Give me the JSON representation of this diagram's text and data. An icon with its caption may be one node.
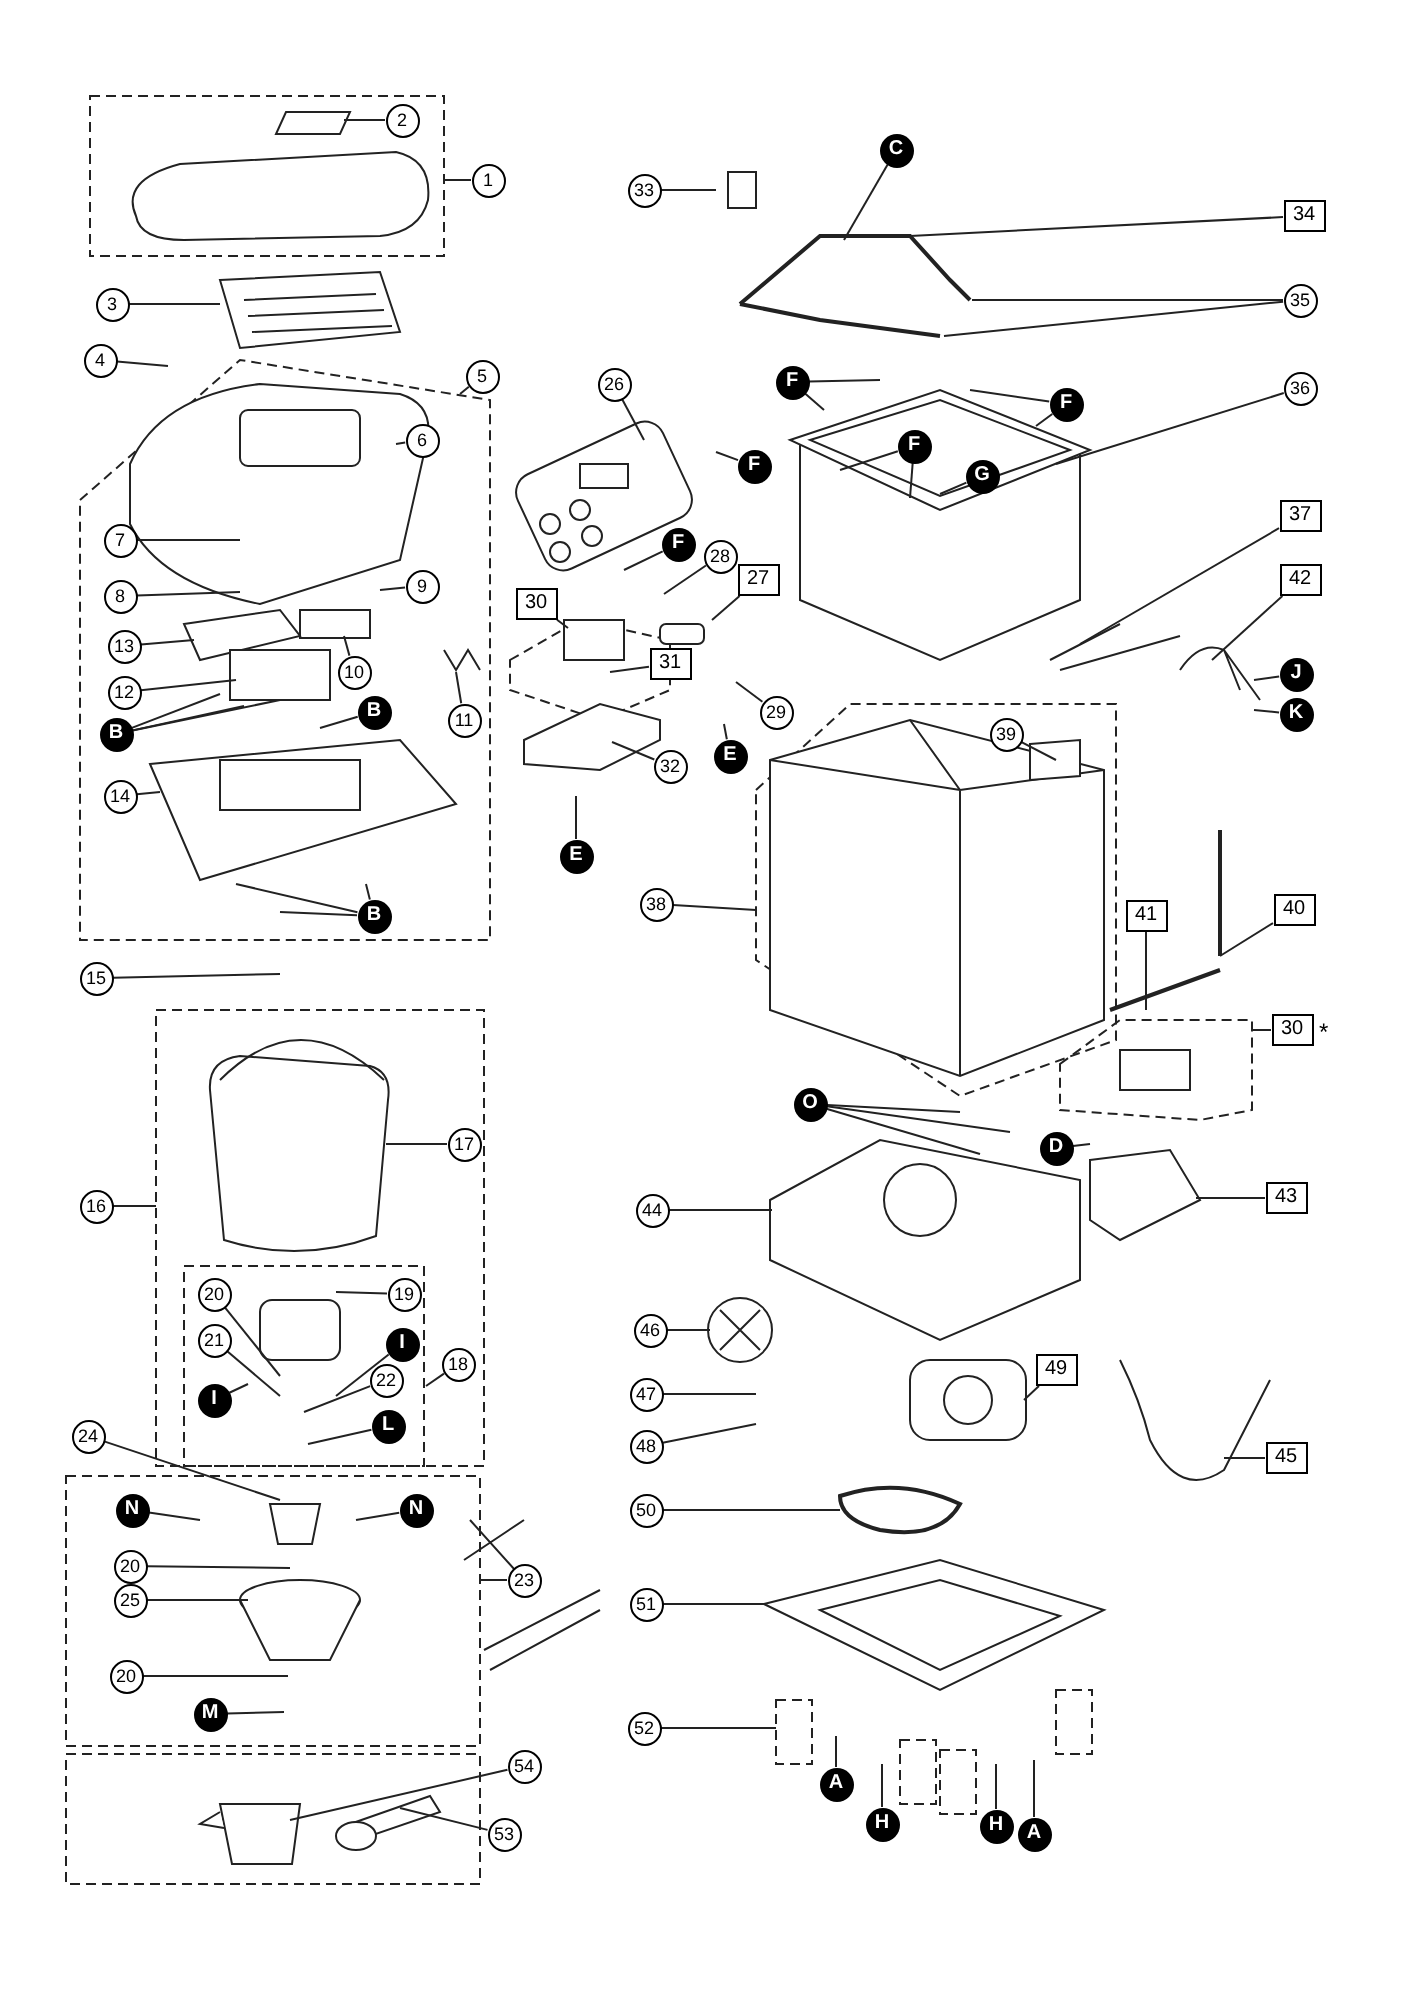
{
  "diagram": {
    "nodes": [
      {
        "text": [
          "1"
        ]
      },
      {
        "text": [
          "2"
        ]
      },
      {
        "text": [
          "3"
        ]
      },
      {
        "text": [
          "4"
        ]
      },
      {
        "text": [
          "5"
        ]
      },
      {
        "text": [
          "6"
        ]
      },
      {
        "text": [
          "7"
        ]
      },
      {
        "text": [
          "8"
        ]
      },
      {
        "text": [
          "9"
        ]
      },
      {
        "text": [
          "13"
        ]
      },
      {
        "text": [
          "10"
        ]
      },
      {
        "text": [
          "12"
        ]
      },
      {
        "text": [
          "11"
        ]
      },
      {
        "text": [
          "B"
        ]
      },
      {
        "text": [
          "B"
        ]
      },
      {
        "text": [
          "14"
        ]
      },
      {
        "text": [
          "B"
        ]
      },
      {
        "text": [
          "15"
        ]
      },
      {
        "text": [
          "16"
        ]
      },
      {
        "text": [
          "17"
        ]
      },
      {
        "text": [
          "20"
        ]
      },
      {
        "text": [
          "19"
        ]
      },
      {
        "text": [
          "21"
        ]
      },
      {
        "text": [
          "18"
        ]
      },
      {
        "text": [
          "I"
        ]
      },
      {
        "text": [
          "I"
        ]
      },
      {
        "text": [
          "22"
        ]
      },
      {
        "text": [
          "L"
        ]
      },
      {
        "text": [
          "24"
        ]
      },
      {
        "text": [
          "N"
        ]
      },
      {
        "text": [
          "N"
        ]
      },
      {
        "text": [
          "20"
        ]
      },
      {
        "text": [
          "23"
        ]
      },
      {
        "text": [
          "25"
        ]
      },
      {
        "text": [
          "20"
        ]
      },
      {
        "text": [
          "M"
        ]
      },
      {
        "text": [
          "54"
        ]
      },
      {
        "text": [
          "53"
        ]
      },
      {
        "text": [
          "26"
        ]
      },
      {
        "text": [
          "F"
        ]
      },
      {
        "text": [
          "F"
        ]
      },
      {
        "text": [
          "28"
        ]
      },
      {
        "text": [
          "27"
        ]
      },
      {
        "text": [
          "30"
        ]
      },
      {
        "text": [
          "31"
        ]
      },
      {
        "text": [
          "29"
        ]
      },
      {
        "text": [
          "32"
        ]
      },
      {
        "text": [
          "E"
        ]
      },
      {
        "text": [
          "E"
        ]
      },
      {
        "text": [
          "C"
        ]
      },
      {
        "text": [
          "33"
        ]
      },
      {
        "text": [
          "34"
        ]
      },
      {
        "text": [
          "35"
        ]
      },
      {
        "text": [
          "F"
        ]
      },
      {
        "text": [
          "F"
        ]
      },
      {
        "text": [
          "36"
        ]
      },
      {
        "text": [
          "F"
        ]
      },
      {
        "text": [
          "G"
        ]
      },
      {
        "text": [
          "37"
        ]
      },
      {
        "text": [
          "42"
        ]
      },
      {
        "text": [
          "J"
        ]
      },
      {
        "text": [
          "K"
        ]
      },
      {
        "text": [
          "39"
        ]
      },
      {
        "text": [
          "38"
        ]
      },
      {
        "text": [
          "41"
        ]
      },
      {
        "text": [
          "40"
        ]
      },
      {
        "text": [
          "30"
        ],
        "beside": [
          "*"
        ]
      },
      {
        "text": [
          "O"
        ]
      },
      {
        "text": [
          "D"
        ]
      },
      {
        "text": [
          "44"
        ]
      },
      {
        "text": [
          "43"
        ]
      },
      {
        "text": [
          "46"
        ]
      },
      {
        "text": [
          "49"
        ]
      },
      {
        "text": [
          "47"
        ]
      },
      {
        "text": [
          "48"
        ]
      },
      {
        "text": [
          "45"
        ]
      },
      {
        "text": [
          "50"
        ]
      },
      {
        "text": [
          "51"
        ]
      },
      {
        "text": [
          "52"
        ]
      },
      {
        "text": [
          "A"
        ]
      },
      {
        "text": [
          "H"
        ]
      },
      {
        "text": [
          "H"
        ]
      },
      {
        "text": [
          "A"
        ]
      }
    ],
    "edges": [
      {
        "from": 0,
        "to": null,
        "arrow": "none"
      },
      {
        "from": 1,
        "to": null,
        "arrow": "none"
      },
      {
        "from": 2,
        "to": null,
        "arrow": "none"
      },
      {
        "from": 3,
        "to": null,
        "arrow": "none"
      },
      {
        "from": 4,
        "to": null,
        "arrow": "none"
      },
      {
        "from": 5,
        "to": null,
        "arrow": "none"
      },
      {
        "from": 6,
        "to": null,
        "arrow": "none"
      },
      {
        "from": 7,
        "to": null,
        "arrow": "none"
      },
      {
        "from": 8,
        "to": null,
        "arrow": "none"
      },
      {
        "from": 9,
        "to": null,
        "arrow": "none"
      },
      {
        "from": 10,
        "to": null,
        "arrow": "none"
      },
      {
        "from": 11,
        "to": null,
        "arrow": "none"
      },
      {
        "from": 12,
        "to": null,
        "arrow": "none"
      },
      {
        "from": 13,
        "to": null,
        "arrow": "none"
      },
      {
        "from": 13,
        "to": null,
        "arrow": "none"
      },
      {
        "from": 13,
        "to": null,
        "arrow": "none"
      },
      {
        "from": 14,
        "to": null,
        "arrow": "none"
      },
      {
        "from": 15,
        "to": null,
        "arrow": "none"
      },
      {
        "from": 16,
        "to": null,
        "arrow": "none"
      },
      {
        "from": 16,
        "to": null,
        "arrow": "none"
      },
      {
        "from": 16,
        "to": null,
        "arrow": "none"
      },
      {
        "from": 17,
        "to": null,
        "arrow": "none"
      },
      {
        "from": 18,
        "to": null,
        "arrow": "none"
      },
      {
        "from": 19,
        "to": null,
        "arrow": "none"
      },
      {
        "from": 20,
        "to": null,
        "arrow": "none"
      },
      {
        "from": 21,
        "to": null,
        "arrow": "none"
      },
      {
        "from": 22,
        "to": null,
        "arrow": "none"
      },
      {
        "from": 23,
        "to": null,
        "arrow": "none"
      },
      {
        "from": 24,
        "to": null,
        "arrow": "none"
      },
      {
        "from": 25,
        "to": null,
        "arrow": "none"
      },
      {
        "from": 26,
        "to": null,
        "arrow": "none"
      },
      {
        "from": 27,
        "to": null,
        "arrow": "none"
      },
      {
        "from": 28,
        "to": null,
        "arrow": "none"
      },
      {
        "from": 29,
        "to": null,
        "arrow": "none"
      },
      {
        "from": 30,
        "to": null,
        "arrow": "none"
      },
      {
        "from": 31,
        "to": null,
        "arrow": "none"
      },
      {
        "from": 32,
        "to": null,
        "arrow": "none"
      },
      {
        "from": 33,
        "to": null,
        "arrow": "none"
      },
      {
        "from": 34,
        "to": null,
        "arrow": "none"
      },
      {
        "from": 35,
        "to": null,
        "arrow": "none"
      },
      {
        "from": 36,
        "to": null,
        "arrow": "none"
      },
      {
        "from": 37,
        "to": null,
        "arrow": "none"
      },
      {
        "from": 38,
        "to": null,
        "arrow": "none"
      },
      {
        "from": 39,
        "to": null,
        "arrow": "none"
      },
      {
        "from": 40,
        "to": null,
        "arrow": "none"
      },
      {
        "from": 41,
        "to": null,
        "arrow": "none"
      },
      {
        "from": 42,
        "to": null,
        "arrow": "none"
      },
      {
        "from": 43,
        "to": null,
        "arrow": "none"
      },
      {
        "from": 44,
        "to": null,
        "arrow": "none"
      },
      {
        "from": 45,
        "to": null,
        "arrow": "none"
      },
      {
        "from": 46,
        "to": null,
        "arrow": "none"
      },
      {
        "from": 47,
        "to": null,
        "arrow": "none"
      },
      {
        "from": 48,
        "to": null,
        "arrow": "none"
      },
      {
        "from": 49,
        "to": null,
        "arrow": "none"
      },
      {
        "from": 50,
        "to": null,
        "arrow": "none"
      },
      {
        "from": 51,
        "to": null,
        "arrow": "none"
      },
      {
        "from": 52,
        "to": null,
        "arrow": "none"
      },
      {
        "from": 52,
        "to": null,
        "arrow": "none"
      },
      {
        "from": 53,
        "to": null,
        "arrow": "none"
      },
      {
        "from": 53,
        "to": null,
        "arrow": "none"
      },
      {
        "from": 54,
        "to": null,
        "arrow": "none"
      },
      {
        "from": 54,
        "to": null,
        "arrow": "none"
      },
      {
        "from": 55,
        "to": null,
        "arrow": "none"
      },
      {
        "from": 56,
        "to": null,
        "arrow": "none"
      },
      {
        "from": 56,
        "to": null,
        "arrow": "none"
      },
      {
        "from": 57,
        "to": null,
        "arrow": "none"
      },
      {
        "from": 58,
        "to": null,
        "arrow": "none"
      },
      {
        "from": 59,
        "to": null,
        "arrow": "none"
      },
      {
        "from": 60,
        "to": null,
        "arrow": "none"
      },
      {
        "from": 61,
        "to": null,
        "arrow": "none"
      },
      {
        "from": 62,
        "to": null,
        "arrow": "none"
      },
      {
        "from": 63,
        "to": null,
        "arrow": "none"
      },
      {
        "from": 64,
        "to": null,
        "arrow": "none"
      },
      {
        "from": 65,
        "to": null,
        "arrow": "none"
      },
      {
        "from": 66,
        "to": null,
        "arrow": "none"
      },
      {
        "from": 67,
        "to": null,
        "arrow": "none"
      },
      {
        "from": 67,
        "to": null,
        "arrow": "none"
      },
      {
        "from": 67,
        "to": null,
        "arrow": "none"
      },
      {
        "from": 68,
        "to": null,
        "arrow": "none"
      },
      {
        "from": 69,
        "to": null,
        "arrow": "none"
      },
      {
        "from": 70,
        "to": null,
        "arrow": "none"
      },
      {
        "from": 71,
        "to": null,
        "arrow": "none"
      },
      {
        "from": 72,
        "to": null,
        "arrow": "none"
      },
      {
        "from": 73,
        "to": null,
        "arrow": "none"
      },
      {
        "from": 74,
        "to": null,
        "arrow": "none"
      },
      {
        "from": 75,
        "to": null,
        "arrow": "none"
      },
      {
        "from": 76,
        "to": null,
        "arrow": "none"
      },
      {
        "from": 77,
        "to": null,
        "arrow": "none"
      },
      {
        "from": 78,
        "to": null,
        "arrow": "none"
      },
      {
        "from": 79,
        "to": null,
        "arrow": "none"
      },
      {
        "from": 80,
        "to": null,
        "arrow": "none"
      },
      {
        "from": 81,
        "to": null,
        "arrow": "none"
      },
      {
        "from": 82,
        "to": null,
        "arrow": "none"
      }
    ]
  }
}
